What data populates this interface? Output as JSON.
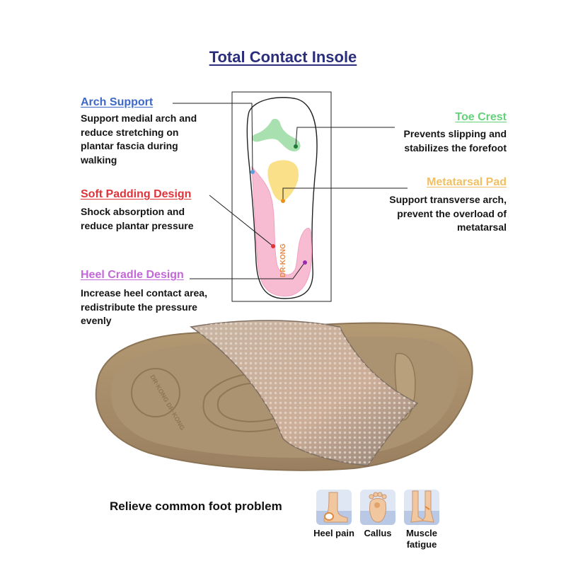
{
  "title": "Total Contact Insole",
  "colors": {
    "title": "#2b2e7a",
    "arch": "#3d68c7",
    "soft": "#e0333a",
    "heel": "#c467d8",
    "toe": "#64d27a",
    "meta": "#f2c062",
    "pink_padding": "#f7bcd2",
    "yellow_pad": "#fbe08a",
    "green_crest": "#a8e0b0",
    "sandal": "#a58c68"
  },
  "features": {
    "arch_support": {
      "heading": "Arch Support",
      "description": "Support medial arch and reduce stretching on plantar fascia during walking"
    },
    "soft_padding": {
      "heading": "Soft Padding Design",
      "description": "Shock absorption and reduce plantar pressure"
    },
    "heel_cradle": {
      "heading": "Heel Cradle Design",
      "description": "Increase heel contact area, redistribute the pressure evenly"
    },
    "toe_crest": {
      "heading": "Toe Crest",
      "description": "Prevents slipping and stabilizes the forefoot"
    },
    "metatarsal_pad": {
      "heading": "Metatarsal Pad",
      "description": "Support transverse arch, prevent the overload of metatarsal"
    }
  },
  "insole_brand": "DR·KONG",
  "footbed_brand": "DR·KONG DR·KONG",
  "relieve": {
    "heading": "Relieve common foot problem",
    "items": [
      {
        "label": "Heel pain",
        "icon": "heel-pain-icon"
      },
      {
        "label": "Callus",
        "icon": "callus-icon"
      },
      {
        "label": "Muscle fatigue",
        "icon": "muscle-fatigue-icon"
      }
    ]
  }
}
